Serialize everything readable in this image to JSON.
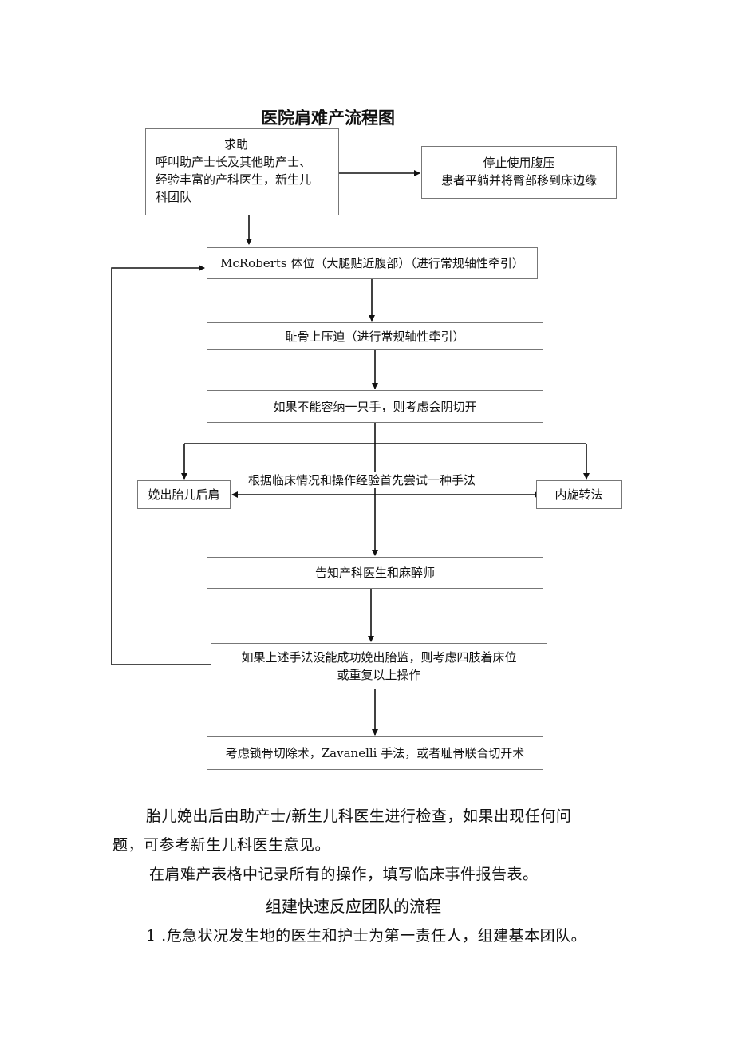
{
  "flowchart": {
    "title": "医院肩难产流程图",
    "help_box": {
      "heading": "求助",
      "lines": [
        "呼叫助产士长及其他助产士、",
        "经验丰富的产科医生，新生儿",
        "科团队"
      ]
    },
    "stop_box": {
      "lines": [
        "停止使用腹压",
        "患者平躺并将臀部移到床边缘"
      ]
    },
    "mcroberts_box": "McRoberts 体位（大腿贴近腹部）（进行常规轴性牵引）",
    "suprapubic_box": "耻骨上压迫（进行常规轴性牵引）",
    "episiotomy_box": "如果不能容纳一只手，则考虑会阴切开",
    "choice_label": "根据临床情况和操作经验首先尝试一种手法",
    "posterior_shoulder_box": "娩出胎儿后肩",
    "internal_rotation_box": "内旋转法",
    "inform_box": "告知产科医生和麻醉师",
    "all_fours_box": {
      "lines": [
        "如果上述手法没能成功娩出胎监，则考虑四肢着床位",
        "或重复以上操作"
      ]
    },
    "final_box": "考虑锁骨切除术，Zavanelli 手法，或者耻骨联合切开术"
  },
  "body_text": {
    "para1_line1": "胎儿娩出后由助产士/新生儿科医生进行检查，如果出现任何问",
    "para1_line2": "题，可参考新生儿科医生意见。",
    "para2": "在肩难产表格中记录所有的操作，填写临床事件报告表。",
    "heading2": "组建快速反应团队的流程",
    "item1": "1 .危急状况发生地的医生和护士为第一责任人，组建基本团队。"
  }
}
